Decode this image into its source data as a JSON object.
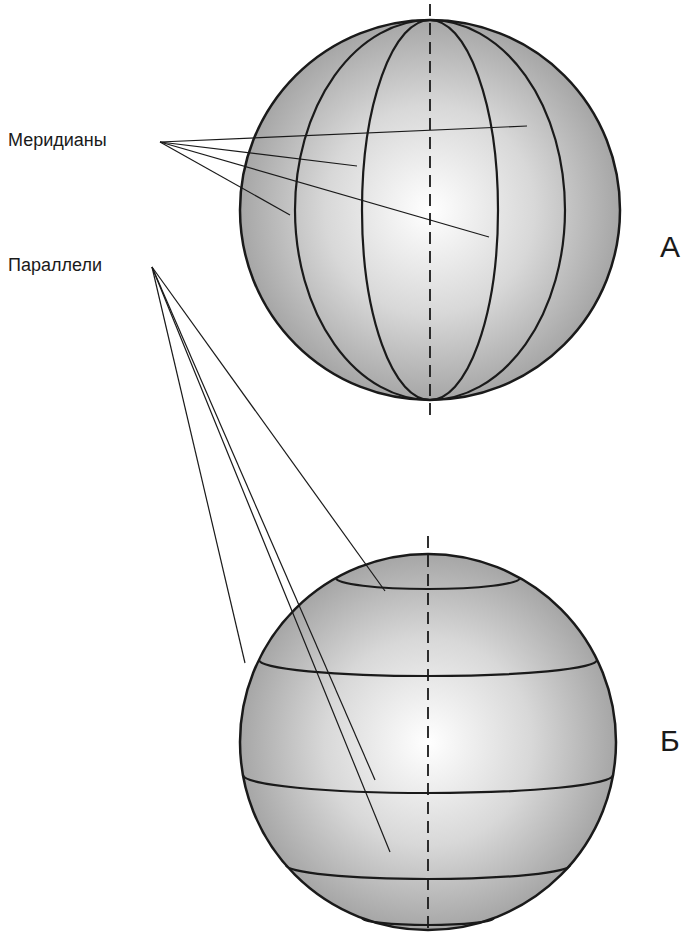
{
  "diagram": {
    "labels": [
      "Меридианы",
      "А",
      "Параллели",
      "Б"
    ]
  }
}
